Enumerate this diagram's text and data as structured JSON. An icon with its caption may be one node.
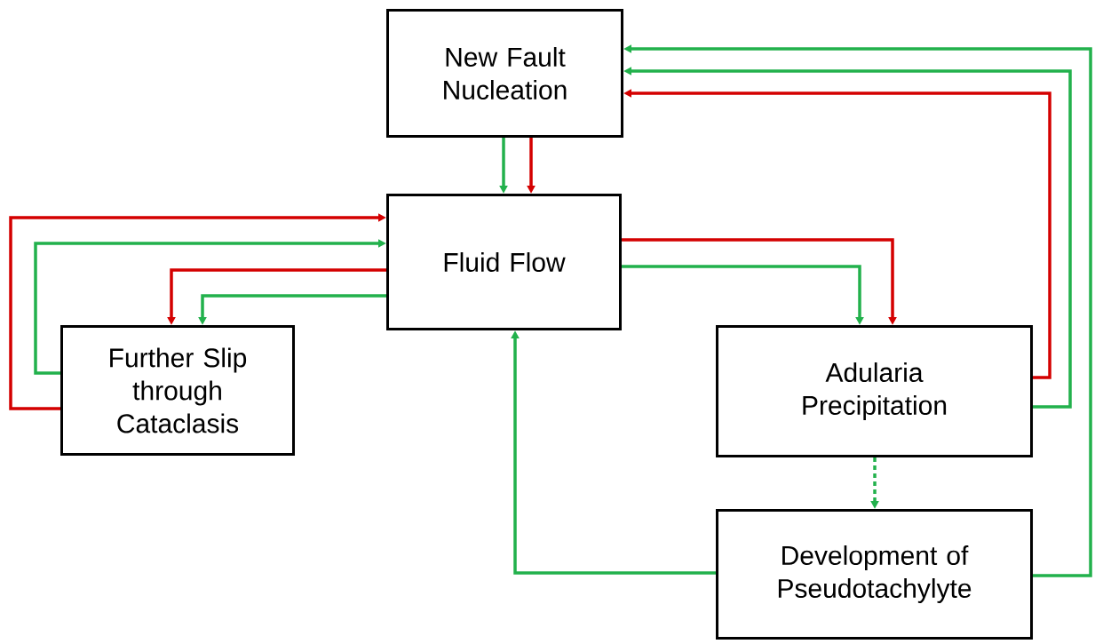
{
  "diagram": {
    "nodes": [
      {
        "text": [
          "New Fault Nucleation"
        ]
      },
      {
        "text": [
          "Fluid Flow"
        ]
      },
      {
        "text": [
          "Further Slip through Cataclasis"
        ]
      },
      {
        "text": [
          "Adularia Precipitation"
        ]
      },
      {
        "text": [
          "Development of Pseudotachylyte"
        ]
      }
    ],
    "edges": [
      {
        "from": 0,
        "to": 1,
        "arrow": "to"
      },
      {
        "from": 0,
        "to": 1,
        "arrow": "to",
        "color": "#d40000"
      },
      {
        "from": 2,
        "to": 1,
        "arrow": "to",
        "color": "#d40000"
      },
      {
        "from": 2,
        "to": 1,
        "arrow": "to"
      },
      {
        "from": 1,
        "to": 2,
        "arrow": "to",
        "color": "#d40000"
      },
      {
        "from": 1,
        "to": 2,
        "arrow": "to"
      },
      {
        "from": 1,
        "to": 3,
        "arrow": "to",
        "color": "#d40000"
      },
      {
        "from": 1,
        "to": 3,
        "arrow": "to"
      },
      {
        "from": 3,
        "to": 0,
        "arrow": "to",
        "color": "#d40000"
      },
      {
        "from": 3,
        "to": 0,
        "arrow": "to"
      },
      {
        "from": 4,
        "to": 0,
        "arrow": "to"
      },
      {
        "from": 3,
        "to": 4,
        "arrow": "to",
        "style": "dashed"
      },
      {
        "from": 4,
        "to": 1,
        "arrow": "to"
      }
    ]
  }
}
